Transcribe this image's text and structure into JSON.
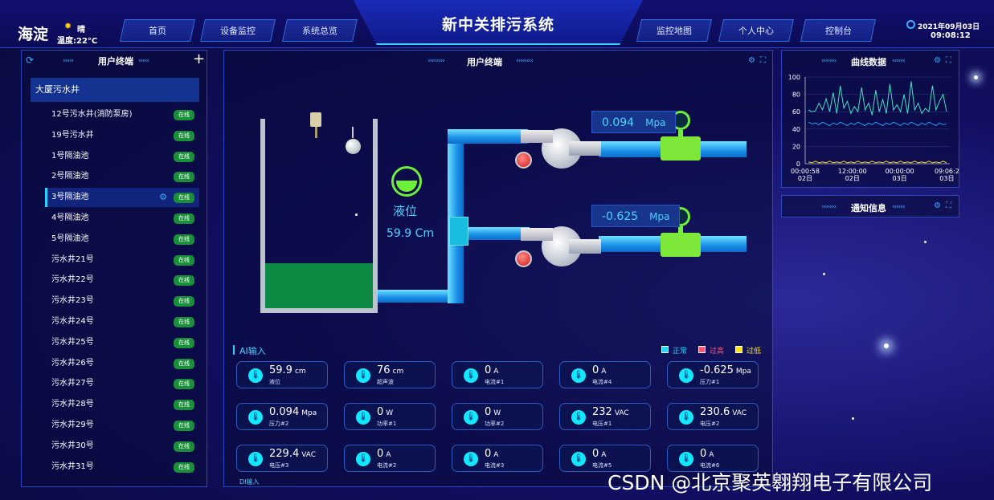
{
  "header": {
    "city": "海淀",
    "weather": "晴",
    "temperature": "温度:22°C",
    "title": "新中关排污系统",
    "nav_left": [
      "首页",
      "设备监控",
      "系统总览"
    ],
    "nav_right": [
      "监控地图",
      "个人中心",
      "控制台"
    ],
    "date": "2021年09月03日",
    "time": "09:08:12"
  },
  "left_panel": {
    "title": "用户终端",
    "group": "大厦污水井",
    "devices": [
      {
        "name": "12号污水井(消防泵房)",
        "status": "在线"
      },
      {
        "name": "19号污水井",
        "status": "在线"
      },
      {
        "name": "1号隔油池",
        "status": "在线"
      },
      {
        "name": "2号隔油池",
        "status": "在线"
      },
      {
        "name": "3号隔油池",
        "status": "在线"
      },
      {
        "name": "4号隔油池",
        "status": "在线"
      },
      {
        "name": "5号隔油池",
        "status": "在线"
      },
      {
        "name": "污水井21号",
        "status": "在线"
      },
      {
        "name": "污水井22号",
        "status": "在线"
      },
      {
        "name": "污水井23号",
        "status": "在线"
      },
      {
        "name": "污水井24号",
        "status": "在线"
      },
      {
        "name": "污水井25号",
        "status": "在线"
      },
      {
        "name": "污水井26号",
        "status": "在线"
      },
      {
        "name": "污水井27号",
        "status": "在线"
      },
      {
        "name": "污水井28号",
        "status": "在线"
      },
      {
        "name": "污水井29号",
        "status": "在线"
      },
      {
        "name": "污水井30号",
        "status": "在线"
      },
      {
        "name": "污水井31号",
        "status": "在线"
      }
    ],
    "selected_index": 4
  },
  "center_panel": {
    "title": "用户终端",
    "level_label": "液位",
    "level_value": "59.9 Cm",
    "level_fraction": 0.27,
    "pressure1": {
      "value": "0.094",
      "unit": "Mpa"
    },
    "pressure2": {
      "value": "-0.625",
      "unit": "Mpa"
    },
    "ai_title": "AI输入",
    "legend": [
      {
        "label": "正常",
        "color": "#22d8ff"
      },
      {
        "label": "过高",
        "color": "#ff5577"
      },
      {
        "label": "过低",
        "color": "#ffe01a"
      }
    ],
    "cards": [
      {
        "value": "59.9",
        "unit": "cm",
        "label": "液位"
      },
      {
        "value": "76",
        "unit": "cm",
        "label": "超声波"
      },
      {
        "value": "0",
        "unit": "A",
        "label": "电流#1"
      },
      {
        "value": "0",
        "unit": "A",
        "label": "电流#4"
      },
      {
        "value": "-0.625",
        "unit": "Mpa",
        "label": "压力#1"
      },
      {
        "value": "0.094",
        "unit": "Mpa",
        "label": "压力#2"
      },
      {
        "value": "0",
        "unit": "W",
        "label": "功率#1"
      },
      {
        "value": "0",
        "unit": "W",
        "label": "功率#2"
      },
      {
        "value": "232",
        "unit": "VAC",
        "label": "电压#1"
      },
      {
        "value": "230.6",
        "unit": "VAC",
        "label": "电压#2"
      },
      {
        "value": "229.4",
        "unit": "VAC",
        "label": "电压#3"
      },
      {
        "value": "0",
        "unit": "A",
        "label": "电流#2"
      },
      {
        "value": "0",
        "unit": "A",
        "label": "电流#3"
      },
      {
        "value": "0",
        "unit": "A",
        "label": "电流#5"
      },
      {
        "value": "0",
        "unit": "A",
        "label": "电流#6"
      }
    ],
    "next_section_partial": "DI输入"
  },
  "right_panel": {
    "title": "曲线数据",
    "notify_title": "通知信息",
    "chart_data": {
      "type": "line",
      "yticks": [
        "100",
        "80",
        "60",
        "40",
        "20",
        "0"
      ],
      "ylim": [
        0,
        100
      ],
      "xticks": [
        {
          "t": "00:00:58",
          "d": "02日"
        },
        {
          "t": "12:00:00",
          "d": "02日"
        },
        {
          "t": "00:00:00",
          "d": "03日"
        },
        {
          "t": "09:06:2",
          "d": "03日"
        }
      ],
      "series": [
        {
          "color": "#43e0c0",
          "values": [
            62,
            60,
            61,
            70,
            62,
            75,
            60,
            82,
            58,
            90,
            64,
            72,
            58,
            66,
            60,
            88,
            62,
            70,
            56,
            85,
            60,
            74,
            58,
            92,
            62,
            68,
            60,
            80,
            58,
            95,
            62,
            70,
            58,
            64,
            60,
            90,
            62,
            72,
            80,
            60
          ]
        },
        {
          "color": "#1aa0ff",
          "values": [
            48,
            46,
            47,
            45,
            48,
            46,
            44,
            47,
            45,
            48,
            46,
            44,
            47,
            45,
            48,
            46,
            44,
            47,
            45,
            48,
            46,
            44,
            47,
            45,
            48,
            46,
            44,
            47,
            45,
            48,
            46,
            44,
            47,
            45,
            48,
            46,
            44,
            47,
            45,
            46
          ]
        },
        {
          "color": "#ffe01a",
          "values": [
            2,
            1,
            3,
            1,
            2,
            1,
            3,
            1,
            2,
            1,
            3,
            1,
            2,
            1,
            3,
            1,
            2,
            1,
            3,
            1,
            2,
            1,
            3,
            1,
            2,
            1,
            3,
            1,
            2,
            1,
            3,
            1,
            2,
            1,
            3,
            1,
            2,
            1,
            3,
            1
          ]
        }
      ]
    }
  },
  "watermark": "CSDN @北京聚英翱翔电子有限公司"
}
